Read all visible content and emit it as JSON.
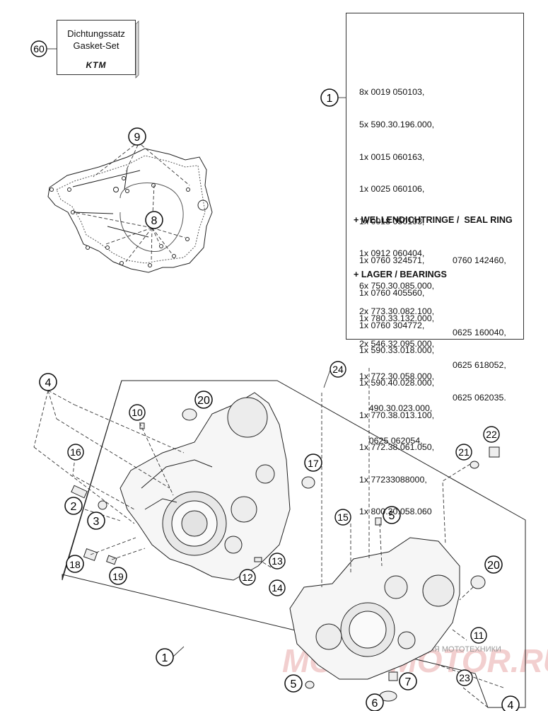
{
  "gasket_set": {
    "callout": "60",
    "label_de": "Dichtungssatz",
    "label_en": "Gasket-Set",
    "logo_text": "KTM"
  },
  "parts_box": {
    "callouts_row1": [
      "2",
      "3",
      "5",
      "6",
      "7",
      "11",
      "12",
      "13"
    ],
    "callouts_row2": [
      "14",
      "15",
      "16",
      "17",
      "18",
      "19",
      "20",
      "23"
    ],
    "callout_extra": "10",
    "ref_callout": "1",
    "part_numbers": [
      "8x 0019 050103,",
      "5x 590.30.196.000,",
      "1x 0015 060163,",
      "1x 0025 060106,",
      "1x 0018 050103,",
      "1x 0912 060404,",
      "6x 750.30.085.000,",
      "1x 780.33.132.000,",
      "1x 590.33.018.000,",
      "1x 590.40.028.000,",
      "1x 770.38.013.100,",
      "1x 772.38.061.050,",
      "1x 77233088000,",
      "1x 800.30.058.060"
    ],
    "seal_heading": "+ WELLENDICHTRINGE /  SEAL RING",
    "seal_parts": [
      "1x 0760 324571,",
      "1x 0760 405560,",
      "1x 0760 304772,"
    ],
    "seal_parts_right": "0760 142460,",
    "bearing_heading": "+ LAGER / BEARINGS",
    "bearing_left": [
      "2x 773.30.082.100,",
      "2x 546.32.095.000,",
      "1x 772.30.058.000,",
      "    490.30.023.000,",
      "    0625 062054,"
    ],
    "bearing_right": [
      "0625 160040,",
      "0625 618052,",
      "0625 062035."
    ]
  },
  "gasket_drawing": {
    "callouts": [
      "9",
      "8"
    ]
  },
  "crankcase_callouts": [
    "4",
    "16",
    "10",
    "20",
    "2",
    "3",
    "18",
    "19",
    "17",
    "13",
    "12",
    "14",
    "24",
    "15",
    "5",
    "22",
    "21",
    "20",
    "11",
    "1",
    "5",
    "7",
    "23",
    "6",
    "4"
  ],
  "watermark": "АКСЕССУАРЫ ДЛЯ МОТОТЕХНИКИ",
  "watermark_logo": "MOTO-MOTOR.RU"
}
